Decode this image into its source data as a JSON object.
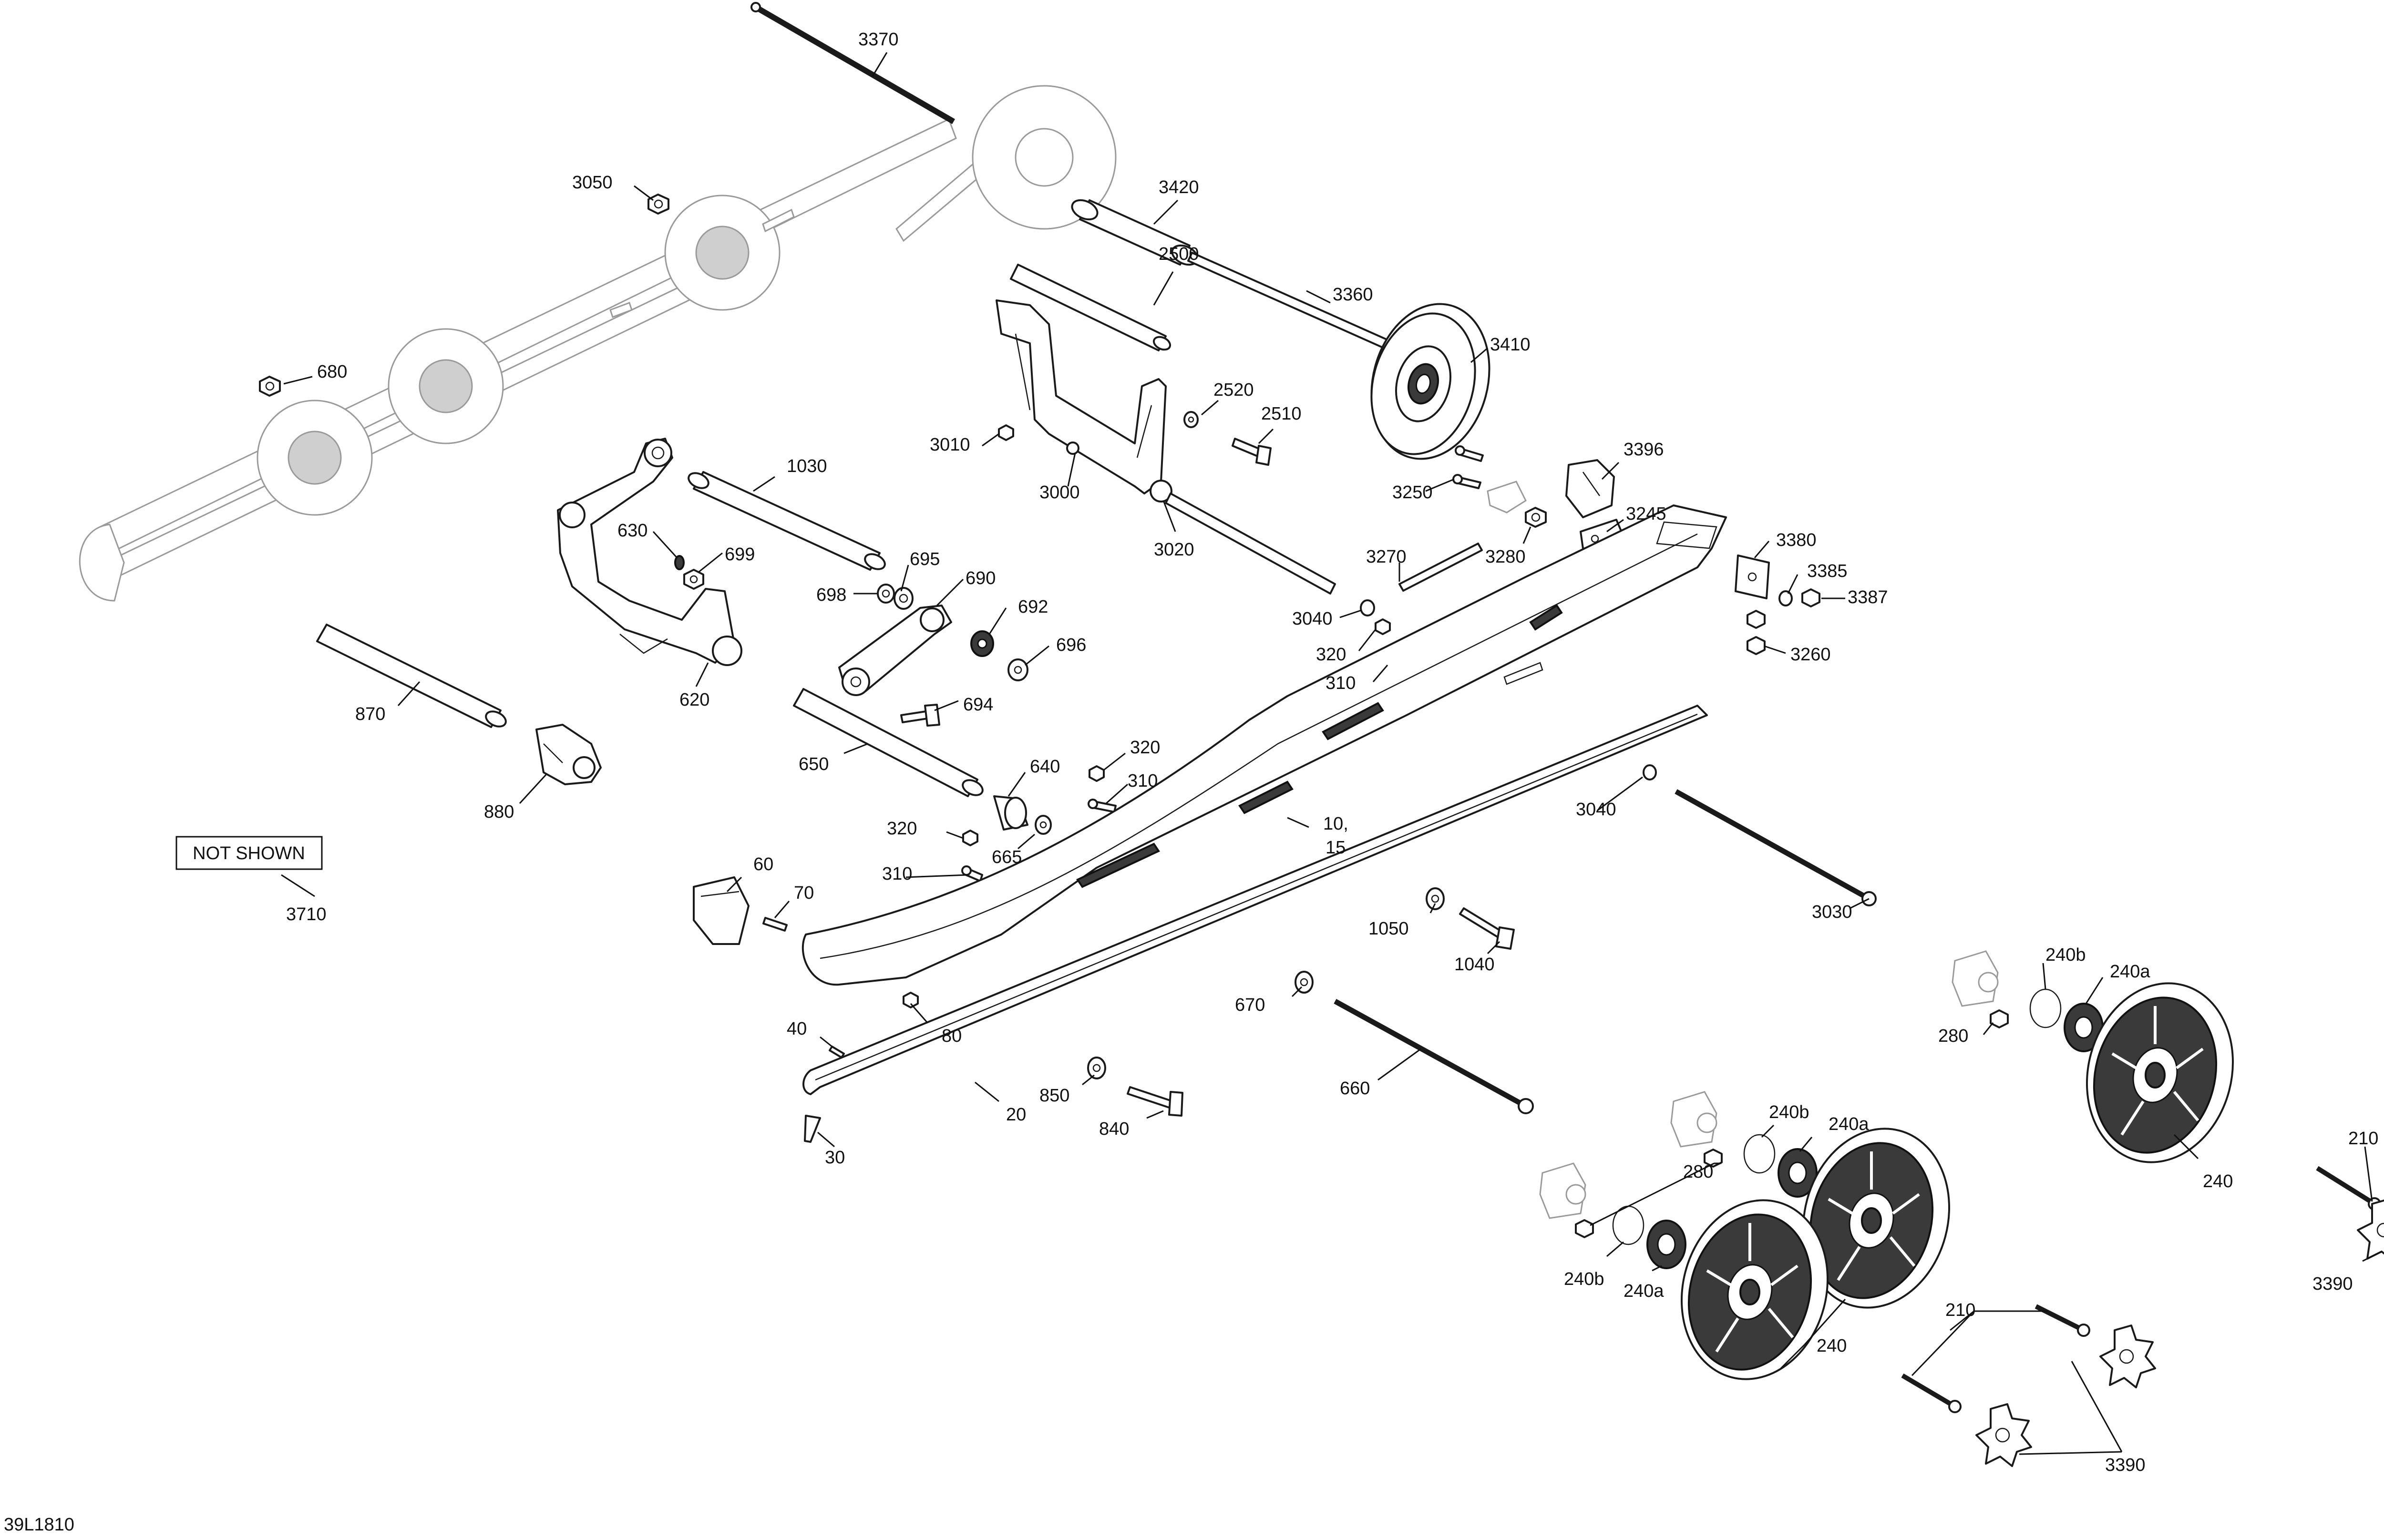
{
  "diagram_code": "39L1810",
  "not_shown_label": "NOT SHOWN",
  "callouts": {
    "c3370": "3370",
    "c3050": "3050",
    "c680": "680",
    "c3420": "3420",
    "c2500": "2500",
    "c3360": "3360",
    "c3410": "3410",
    "c2520": "2520",
    "c2510": "2510",
    "c3010": "3010",
    "c3000": "3000",
    "c3396": "3396",
    "c3250": "3250",
    "c3245": "3245",
    "c3280": "3280",
    "c1030": "1030",
    "c630": "630",
    "c699": "699",
    "c695": "695",
    "c690": "690",
    "c698": "698",
    "c692": "692",
    "c696": "696",
    "c3020": "3020",
    "c3270": "3270",
    "c3380": "3380",
    "c3385": "3385",
    "c3387": "3387",
    "c3040a": "3040",
    "c3260": "3260",
    "c320a": "320",
    "c310a": "310",
    "c620": "620",
    "c694": "694",
    "c870": "870",
    "c880": "880",
    "c650": "650",
    "c640": "640",
    "c320b": "320",
    "c310b": "310",
    "c10": "10,",
    "c15": "15",
    "c3040b": "3040",
    "c320c": "320",
    "c665": "665",
    "c310c": "310",
    "c60": "60",
    "c70": "70",
    "c3710": "3710",
    "c3030": "3030",
    "c1050": "1050",
    "c1040": "1040",
    "c240b_top": "240b",
    "c240a_top": "240a",
    "c280_top": "280",
    "c670": "670",
    "c40": "40",
    "c80": "80",
    "c660": "660",
    "c240_right": "240",
    "c850": "850",
    "c20": "20",
    "c840": "840",
    "c240b_mid": "240b",
    "c240a_mid": "240a",
    "c280_mid": "280",
    "c210_right": "210",
    "c30": "30",
    "c240b_low": "240b",
    "c240a_low": "240a",
    "c3390_right": "3390",
    "c240_low": "240",
    "c210_low": "210",
    "c3390_low": "3390"
  }
}
